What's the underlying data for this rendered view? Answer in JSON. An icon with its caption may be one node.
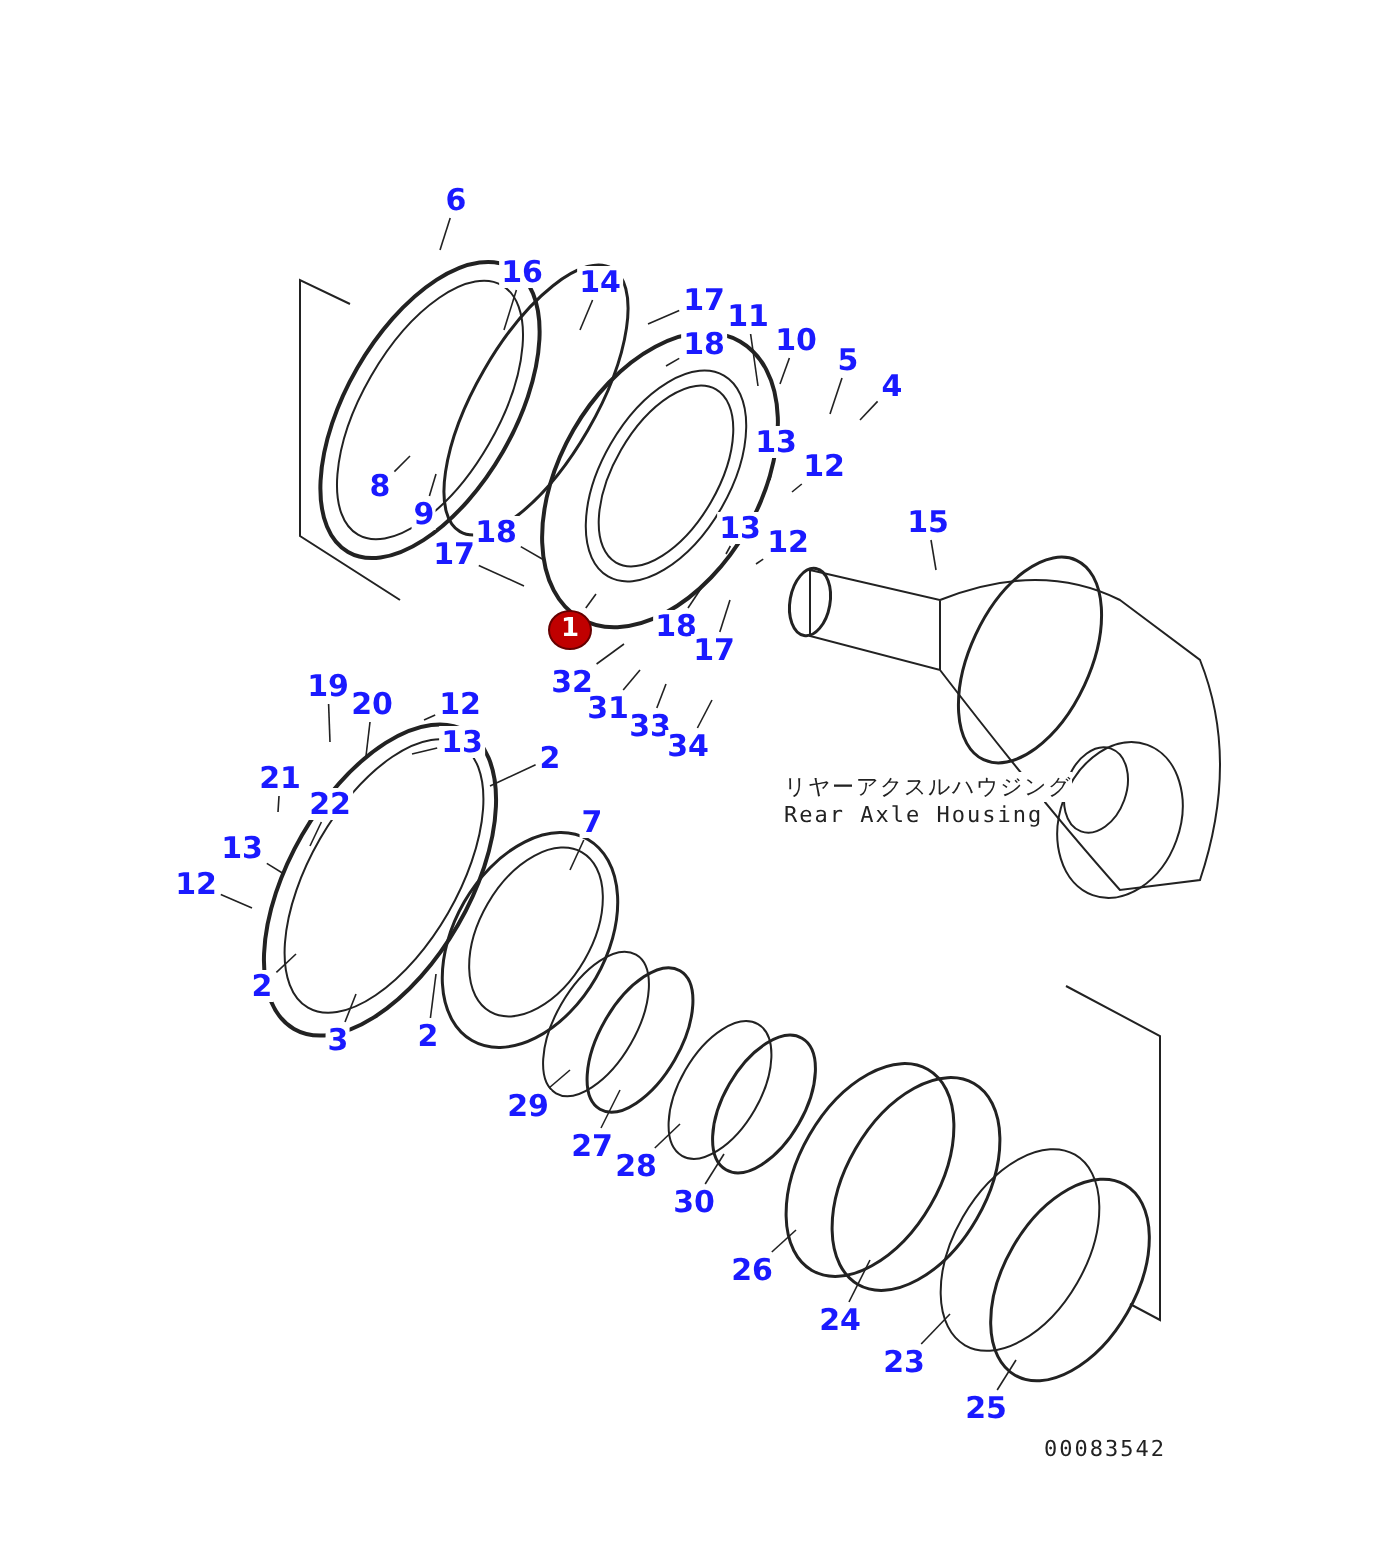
{
  "diagram": {
    "nodes": [
      {
        "text": [
          "6"
        ]
      },
      {
        "text": [
          "16"
        ]
      },
      {
        "text": [
          "14"
        ]
      },
      {
        "text": [
          "17"
        ]
      },
      {
        "text": [
          "18"
        ]
      },
      {
        "text": [
          "11"
        ]
      },
      {
        "text": [
          "10"
        ]
      },
      {
        "text": [
          "5"
        ]
      },
      {
        "text": [
          "4"
        ]
      },
      {
        "text": [
          "8"
        ]
      },
      {
        "text": [
          "9"
        ]
      },
      {
        "text": [
          "13"
        ]
      },
      {
        "text": [
          "12"
        ]
      },
      {
        "text": [
          "17"
        ]
      },
      {
        "text": [
          "18"
        ]
      },
      {
        "text": [
          "13"
        ]
      },
      {
        "text": [
          "12"
        ]
      },
      {
        "text": [
          "15"
        ]
      },
      {
        "text": [
          "18"
        ]
      },
      {
        "text": [
          "17"
        ]
      },
      {
        "text": [
          "1"
        ]
      },
      {
        "text": [
          "32"
        ]
      },
      {
        "text": [
          "31"
        ]
      },
      {
        "text": [
          "33"
        ]
      },
      {
        "text": [
          "34"
        ]
      },
      {
        "text": [
          "19"
        ]
      },
      {
        "text": [
          "20"
        ]
      },
      {
        "text": [
          "12"
        ]
      },
      {
        "text": [
          "13"
        ]
      },
      {
        "text": [
          "2"
        ]
      },
      {
        "text": [
          "21"
        ]
      },
      {
        "text": [
          "22"
        ]
      },
      {
        "text": [
          "13"
        ]
      },
      {
        "text": [
          "12"
        ]
      },
      {
        "text": [
          "2"
        ]
      },
      {
        "text": [
          "3"
        ]
      },
      {
        "text": [
          "2"
        ]
      },
      {
        "text": [
          "7"
        ]
      },
      {
        "text": [
          "29"
        ]
      },
      {
        "text": [
          "27"
        ]
      },
      {
        "text": [
          "28"
        ]
      },
      {
        "text": [
          "30"
        ]
      },
      {
        "text": [
          "26"
        ]
      },
      {
        "text": [
          "24"
        ]
      },
      {
        "text": [
          "23"
        ]
      },
      {
        "text": [
          "25"
        ]
      }
    ],
    "edges": [
      {
        "from": 0,
        "to": null,
        "arrow": "none"
      },
      {
        "from": 1,
        "to": null,
        "arrow": "none"
      },
      {
        "from": 2,
        "to": null,
        "arrow": "none"
      },
      {
        "from": 3,
        "to": null,
        "arrow": "none"
      },
      {
        "from": 4,
        "to": null,
        "arrow": "none"
      },
      {
        "from": 5,
        "to": null,
        "arrow": "none"
      },
      {
        "from": 6,
        "to": null,
        "arrow": "none"
      },
      {
        "from": 7,
        "to": null,
        "arrow": "none"
      },
      {
        "from": 8,
        "to": null,
        "arrow": "none"
      },
      {
        "from": 9,
        "to": null,
        "arrow": "none"
      },
      {
        "from": 10,
        "to": null,
        "arrow": "none"
      },
      {
        "from": 11,
        "to": null,
        "arrow": "none"
      },
      {
        "from": 12,
        "to": null,
        "arrow": "none"
      },
      {
        "from": 13,
        "to": null,
        "arrow": "none"
      },
      {
        "from": 14,
        "to": null,
        "arrow": "none"
      },
      {
        "from": 15,
        "to": null,
        "arrow": "none"
      },
      {
        "from": 16,
        "to": null,
        "arrow": "none"
      },
      {
        "from": 17,
        "to": null,
        "arrow": "none"
      },
      {
        "from": 18,
        "to": null,
        "arrow": "none"
      },
      {
        "from": 19,
        "to": null,
        "arrow": "none"
      },
      {
        "from": 20,
        "to": null,
        "arrow": "none"
      },
      {
        "from": 21,
        "to": null,
        "arrow": "none"
      },
      {
        "from": 22,
        "to": null,
        "arrow": "none"
      },
      {
        "from": 23,
        "to": null,
        "arrow": "none"
      },
      {
        "from": 24,
        "to": null,
        "arrow": "none"
      },
      {
        "from": 25,
        "to": null,
        "arrow": "none"
      },
      {
        "from": 26,
        "to": null,
        "arrow": "none"
      },
      {
        "from": 27,
        "to": null,
        "arrow": "none"
      },
      {
        "from": 28,
        "to": null,
        "arrow": "none"
      },
      {
        "from": 29,
        "to": null,
        "arrow": "none"
      },
      {
        "from": 30,
        "to": null,
        "arrow": "none"
      },
      {
        "from": 31,
        "to": null,
        "arrow": "none"
      },
      {
        "from": 32,
        "to": null,
        "arrow": "none"
      },
      {
        "from": 33,
        "to": null,
        "arrow": "none"
      },
      {
        "from": 34,
        "to": null,
        "arrow": "none"
      },
      {
        "from": 35,
        "to": null,
        "arrow": "none"
      },
      {
        "from": 36,
        "to": null,
        "arrow": "none"
      },
      {
        "from": 37,
        "to": null,
        "arrow": "none"
      },
      {
        "from": 38,
        "to": null,
        "arrow": "none"
      },
      {
        "from": 39,
        "to": null,
        "arrow": "none"
      },
      {
        "from": 40,
        "to": null,
        "arrow": "none"
      },
      {
        "from": 41,
        "to": null,
        "arrow": "none"
      },
      {
        "from": 42,
        "to": null,
        "arrow": "none"
      },
      {
        "from": 43,
        "to": null,
        "arrow": "none"
      },
      {
        "from": 44,
        "to": null,
        "arrow": "none"
      },
      {
        "from": 45,
        "to": null,
        "arrow": "none"
      }
    ],
    "labels": [
      "リヤーアクスルハウジング",
      "Rear Axle Housing",
      "00083542"
    ]
  }
}
